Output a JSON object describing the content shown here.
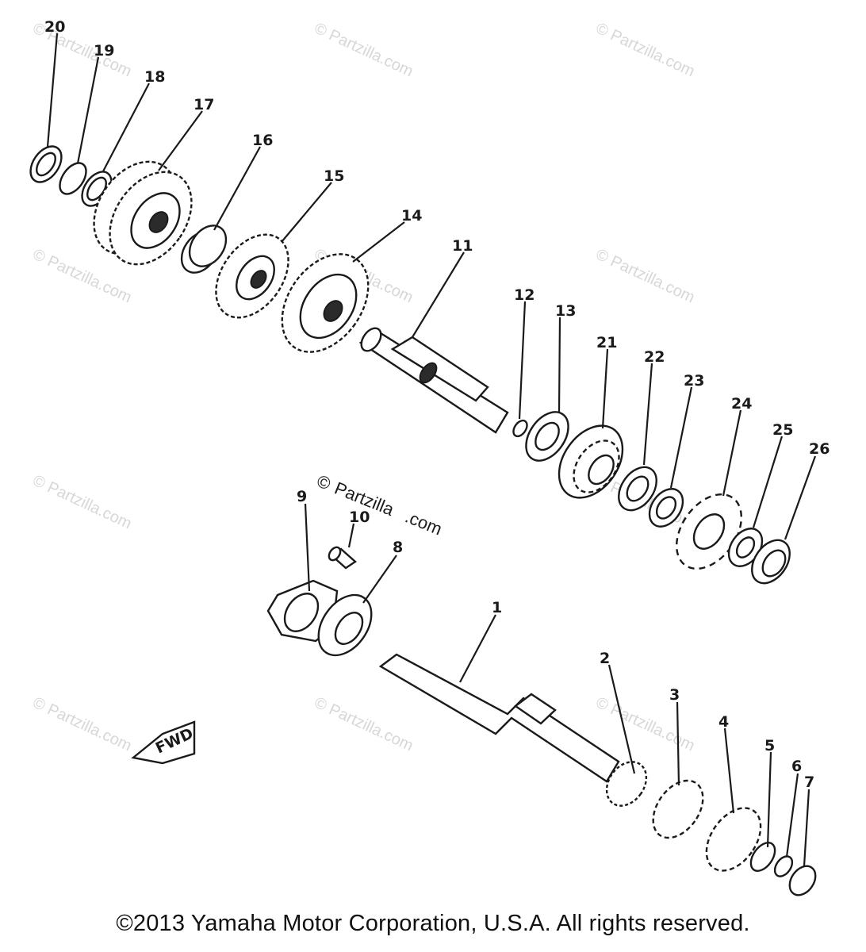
{
  "watermark": {
    "text": "© Partzilla.com"
  },
  "center_watermark": {
    "symbol": "©",
    "line1": "Partzilla",
    "line2": ".com"
  },
  "fwd_label": "FWD",
  "callouts": {
    "c1": "1",
    "c2": "2",
    "c3": "3",
    "c4": "4",
    "c5": "5",
    "c6": "6",
    "c7": "7",
    "c8": "8",
    "c9": "9",
    "c10": "10",
    "c11": "11",
    "c12": "12",
    "c13": "13",
    "c14": "14",
    "c15": "15",
    "c16": "16",
    "c17": "17",
    "c18": "18",
    "c19": "19",
    "c20": "20",
    "c21": "21",
    "c22": "22",
    "c23": "23",
    "c24": "24",
    "c25": "25",
    "c26": "26"
  },
  "copyright": "©2013  Yamaha Motor Corporation, U.S.A. All rights reserved.",
  "colors": {
    "ink": "#1a1a1a",
    "watermark": "#d7d7d7",
    "background": "#ffffff"
  }
}
